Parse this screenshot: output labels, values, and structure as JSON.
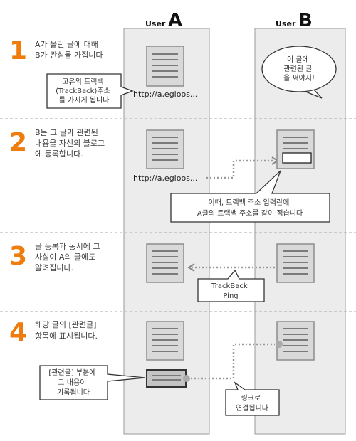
{
  "users": {
    "a": {
      "label": "User",
      "letter": "A"
    },
    "b": {
      "label": "User",
      "letter": "B"
    }
  },
  "steps": [
    {
      "number": "1",
      "lines": [
        "A가 올린 글에 대해",
        "B가 관심을 가집니다"
      ]
    },
    {
      "number": "2",
      "lines": [
        "B는 그 글과 관련된",
        "내용을 자신의 블로그",
        "에 등록합니다."
      ]
    },
    {
      "number": "3",
      "lines": [
        "글 등록과 동시에 그",
        "사실이 A의 글에도",
        "알려집니다."
      ]
    },
    {
      "number": "4",
      "lines": [
        "해당 글의 [관련글]",
        "항목에 표시됩니다."
      ]
    }
  ],
  "callouts": {
    "trackback_address": [
      "고유의 트랙백",
      "(TrackBack)주소",
      "를 가지게 됩니다"
    ],
    "thought_bubble": [
      "이 글에",
      "관련된 글",
      "을 써야지!"
    ],
    "enter_address": [
      "이때, 트랙백 주소 입력란에",
      "A글의 트랙백 주소를 같이 적습니다"
    ],
    "ping": [
      "TrackBack",
      "Ping"
    ],
    "related_section": [
      "[관련글] 부분에",
      "그 내용이",
      "기록됩니다"
    ],
    "linked": [
      "링크로",
      "연결됩니다"
    ]
  },
  "urls": {
    "step1": "http://a,egloos...",
    "step2": "http://a,egloos..."
  },
  "colors": {
    "step_number": "#ee7d0e",
    "column_background": "#ececec",
    "document_fill": "#d9d9d9"
  }
}
